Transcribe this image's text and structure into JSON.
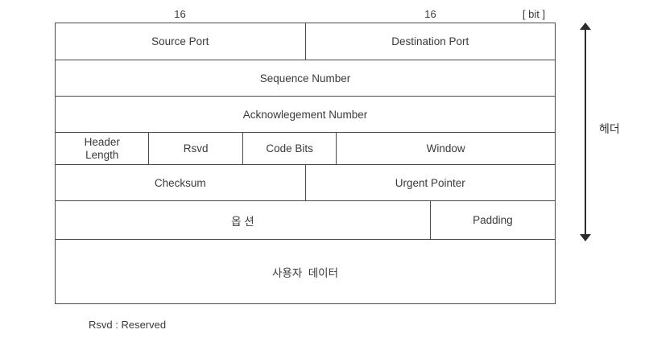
{
  "scale": {
    "left_bits": "16",
    "right_bits": "16",
    "unit": "[ bit ]"
  },
  "packet": {
    "rows": [
      {
        "name": "ports-row",
        "cells": [
          {
            "label": "Source Port",
            "span": 8
          },
          {
            "label": "Destination Port",
            "span": 8
          }
        ]
      },
      {
        "name": "sequence-row",
        "cells": [
          {
            "label": "Sequence Number",
            "span": 16
          }
        ]
      },
      {
        "name": "acknowledgement-row",
        "cells": [
          {
            "label": "Acknowlegement Number",
            "span": 16
          }
        ]
      },
      {
        "name": "flags-row",
        "cells": [
          {
            "label": "Header\nLength",
            "span": 2.7
          },
          {
            "label": "Rsvd",
            "span": 2.7
          },
          {
            "label": "Code Bits",
            "span": 2.7
          },
          {
            "label": "Window",
            "span": 7.9
          }
        ]
      },
      {
        "name": "checksum-row",
        "cells": [
          {
            "label": "Checksum",
            "span": 8
          },
          {
            "label": "Urgent Pointer",
            "span": 8
          }
        ]
      },
      {
        "name": "options-row",
        "cells": [
          {
            "label": "옵 션",
            "span": 12
          },
          {
            "label": "Padding",
            "span": 4
          }
        ]
      },
      {
        "name": "user-data-row",
        "cells": [
          {
            "label": "사용자  데이터",
            "span": 16
          }
        ]
      }
    ]
  },
  "annotation": {
    "header_span_label": "헤더"
  },
  "footnote": {
    "text": "Rsvd : Reserved"
  },
  "colors": {
    "border": "#4a4a4a",
    "text": "#3a3a3a",
    "arrow": "#2b2b2b",
    "background": "#ffffff"
  }
}
